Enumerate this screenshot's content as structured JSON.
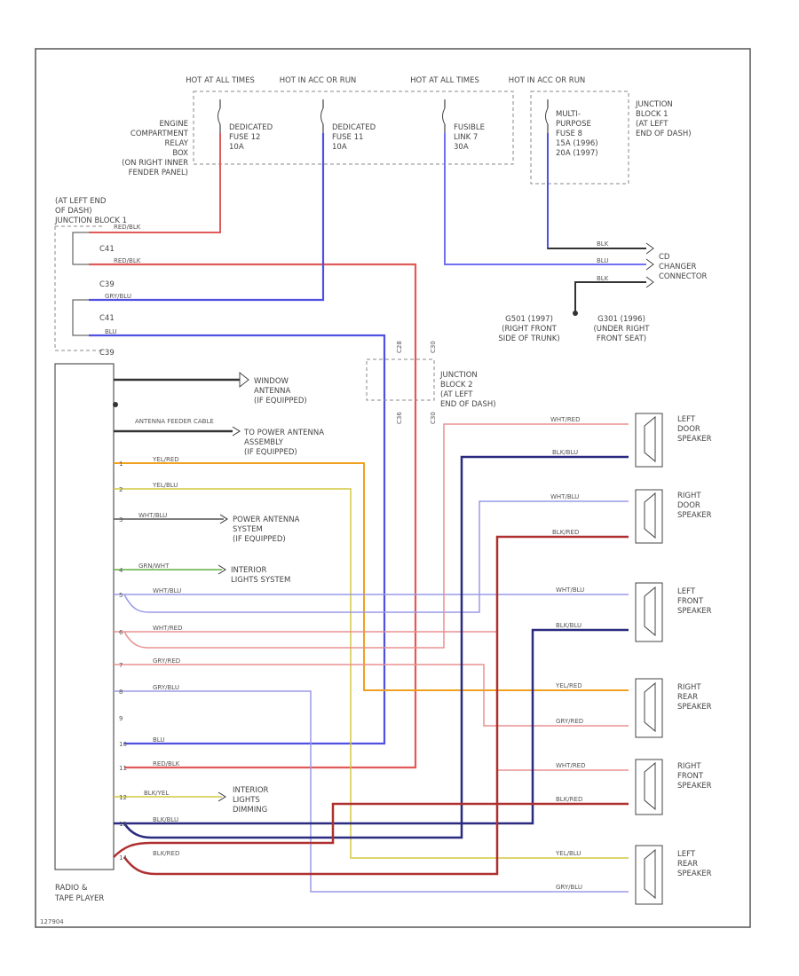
{
  "top_labels": {
    "hot_at_all_times_1": "HOT AT ALL TIMES",
    "hot_in_acc_run_1": "HOT IN ACC OR RUN",
    "hot_at_all_times_2": "HOT AT ALL TIMES",
    "hot_in_acc_run_2": "HOT IN ACC OR RUN"
  },
  "relay_box": [
    "ENGINE",
    "COMPARTMENT",
    "RELAY",
    "BOX",
    "(ON RIGHT INNER",
    "FENDER PANEL)"
  ],
  "fuses": {
    "f1": [
      "DEDICATED",
      "FUSE 12",
      "10A"
    ],
    "f2": [
      "DEDICATED",
      "FUSE 11",
      "10A"
    ],
    "f3": [
      "FUSIBLE",
      "LINK 7",
      "30A"
    ],
    "f4": [
      "MULTI-",
      "PURPOSE",
      "FUSE 8",
      "15A (1996)",
      "20A (1997)"
    ]
  },
  "jb1_right": [
    "JUNCTION",
    "BLOCK 1",
    "(AT LEFT",
    "END OF DASH)"
  ],
  "jb1_left": [
    "(AT LEFT END",
    "OF DASH)",
    "JUNCTION BLOCK 1"
  ],
  "jb1_pins": [
    "C41",
    "C39",
    "C41",
    "C39"
  ],
  "jb1_wires": [
    "RED/BLK",
    "RED/BLK",
    "GRY/BLU",
    "BLU"
  ],
  "jb2": [
    "JUNCTION",
    "BLOCK 2",
    "(AT LEFT",
    "END OF DASH)"
  ],
  "jb2_pins": [
    "C28",
    "C30",
    "C36",
    "C30"
  ],
  "cd_changer": [
    "CD",
    "CHANGER",
    "CONNECTOR"
  ],
  "cd_wires": [
    "BLK",
    "BLU",
    "BLK"
  ],
  "grounds": {
    "g1": [
      "G501 (1997)",
      "(RIGHT FRONT",
      "SIDE OF TRUNK)"
    ],
    "g2": [
      "G301 (1996)",
      "(UNDER RIGHT",
      "FRONT SEAT)"
    ]
  },
  "antenna": {
    "window": [
      "WINDOW",
      "ANTENNA",
      "(IF EQUIPPED)"
    ],
    "power_wire": "ANTENNA FEEDER CABLE",
    "power": [
      "TO POWER ANTENNA",
      "ASSEMBLY",
      "(IF EQUIPPED)"
    ]
  },
  "radio_label": [
    "RADIO &",
    "TAPE PLAYER"
  ],
  "radio_wires": [
    {
      "pin": "1",
      "name": "YEL/RED"
    },
    {
      "pin": "2",
      "name": "YEL/BLU"
    },
    {
      "pin": "3",
      "name": "WHT/BLU"
    },
    {
      "pin": "4",
      "name": "GRN/WHT"
    },
    {
      "pin": "5",
      "name": "WHT/BLU"
    },
    {
      "pin": "6",
      "name": "WHT/RED"
    },
    {
      "pin": "7",
      "name": "GRY/RED"
    },
    {
      "pin": "8",
      "name": "GRY/BLU"
    },
    {
      "pin": "9",
      "name": ""
    },
    {
      "pin": "10",
      "name": "BLU"
    },
    {
      "pin": "11",
      "name": "RED/BLK"
    },
    {
      "pin": "12",
      "name": "BLK/YEL"
    },
    {
      "pin": "13",
      "name": "BLK/BLU"
    },
    {
      "pin": "14",
      "name": "BLK/RED"
    }
  ],
  "system_labels": {
    "power_antenna": [
      "POWER ANTENNA",
      "SYSTEM",
      "(IF EQUIPPED)"
    ],
    "interior_lights": [
      "INTERIOR",
      "LIGHTS SYSTEM"
    ],
    "interior_lights_dimming": [
      "INTERIOR",
      "LIGHTS",
      "DIMMING"
    ]
  },
  "speakers": [
    {
      "name": [
        "LEFT",
        "DOOR",
        "SPEAKER"
      ],
      "wires": [
        "WHT/RED",
        "BLK/BLU"
      ]
    },
    {
      "name": [
        "RIGHT",
        "DOOR",
        "SPEAKER"
      ],
      "wires": [
        "WHT/BLU",
        "BLK/RED"
      ]
    },
    {
      "name": [
        "LEFT",
        "FRONT",
        "SPEAKER"
      ],
      "wires": [
        "WHT/BLU",
        "BLK/BLU"
      ]
    },
    {
      "name": [
        "RIGHT",
        "REAR",
        "SPEAKER"
      ],
      "wires": [
        "YEL/RED",
        "GRY/RED"
      ]
    },
    {
      "name": [
        "RIGHT",
        "FRONT",
        "SPEAKER"
      ],
      "wires": [
        "WHT/RED",
        "BLK/RED"
      ]
    },
    {
      "name": [
        "LEFT",
        "REAR",
        "SPEAKER"
      ],
      "wires": [
        "YEL/BLU",
        "GRY/BLU"
      ]
    }
  ],
  "figure_id": "127904",
  "colors": {
    "red": "#e05a5a",
    "dark_red": "#b03030",
    "blue": "#5050e0",
    "light_blue": "#9a9ae8",
    "navy": "#2a2a80",
    "orange": "#f0a020",
    "yellow": "#d4c840",
    "green": "#60b040",
    "pink": "#e89090",
    "black": "#333333"
  }
}
